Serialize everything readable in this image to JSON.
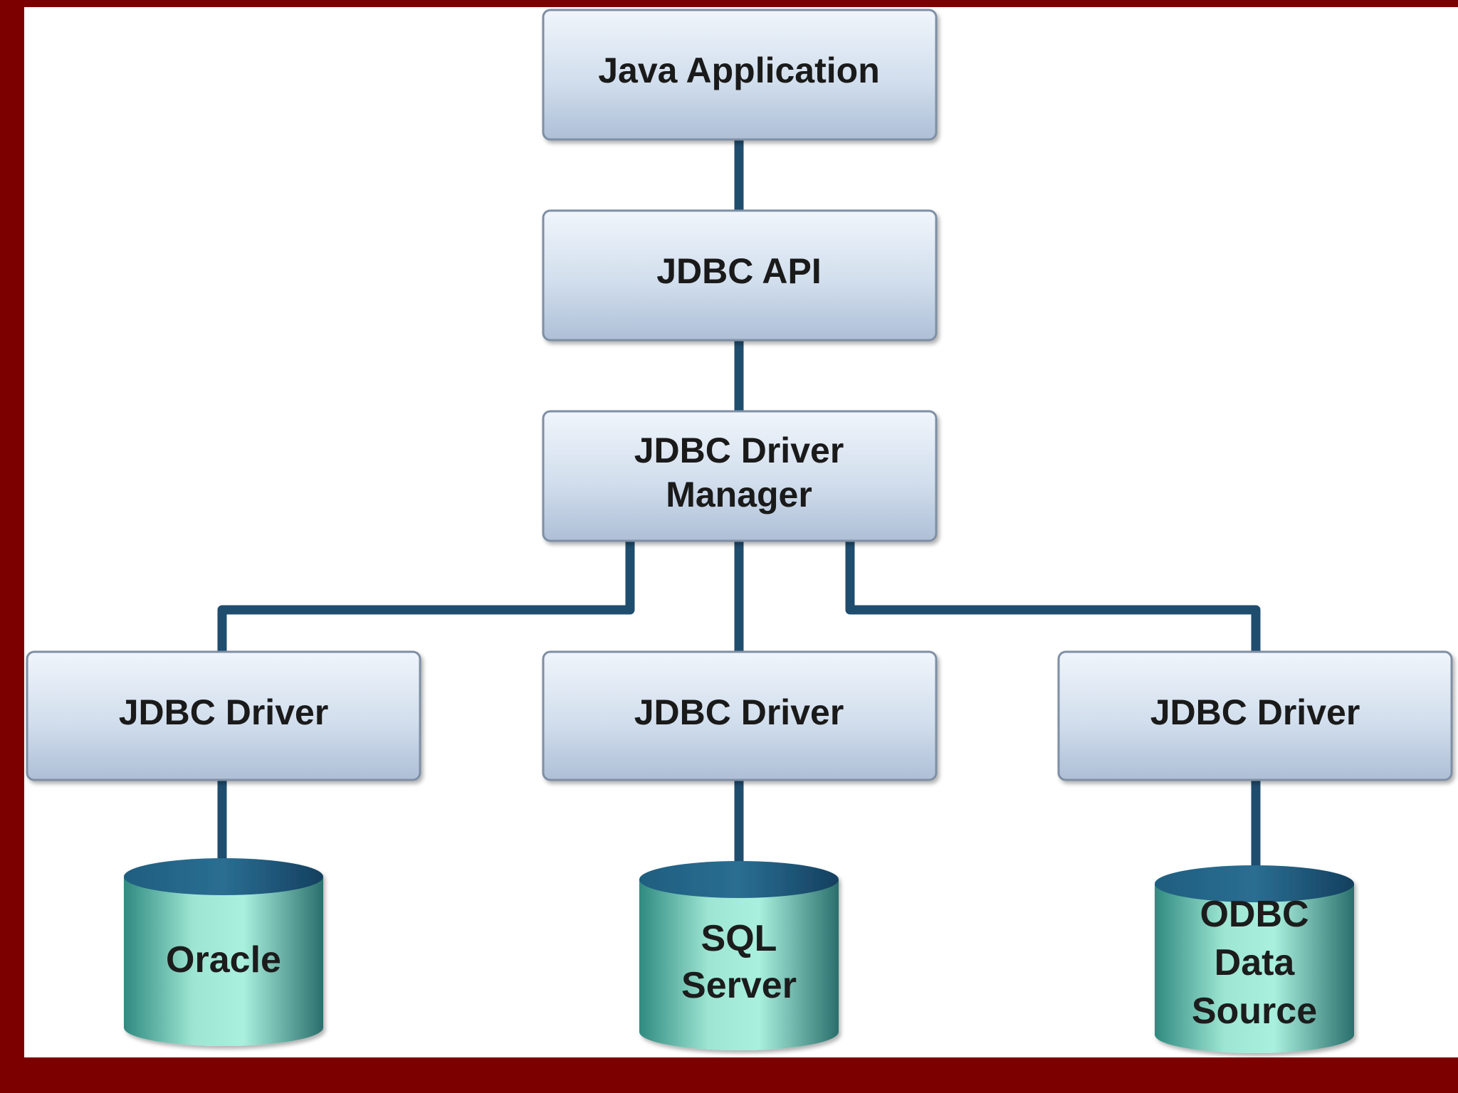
{
  "diagram": {
    "nodes": {
      "java_app": "Java Application",
      "jdbc_api": "JDBC API",
      "driver_manager": [
        "JDBC Driver",
        "Manager"
      ],
      "driver_left": "JDBC Driver",
      "driver_center": "JDBC Driver",
      "driver_right": "JDBC Driver",
      "db_oracle": [
        "Oracle"
      ],
      "db_sql_server": [
        "SQL",
        "Server"
      ],
      "db_odbc": [
        "ODBC",
        "Data",
        "Source"
      ]
    },
    "colors": {
      "frame": "#7d0000",
      "box_top": "#eef3fa",
      "box_bottom": "#b5c6dc",
      "box_border": "#7e8fa5",
      "connector": "#1f4d6e",
      "cylinder_light": "#a8f0de",
      "cylinder_dark": "#2d7a74",
      "cylinder_top": "#16476b"
    }
  }
}
